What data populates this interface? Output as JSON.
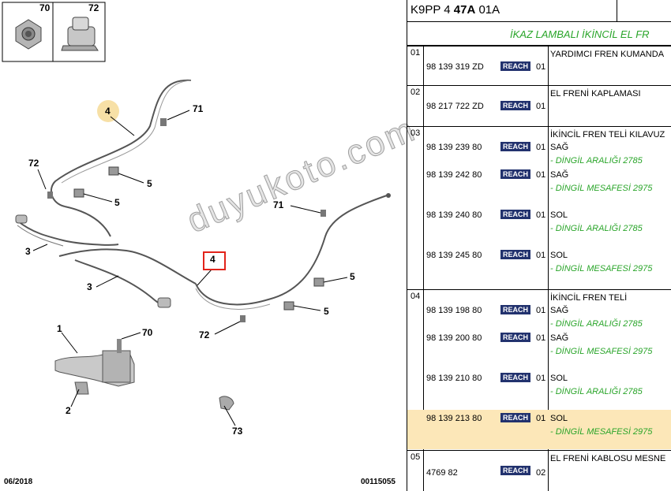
{
  "diagram": {
    "thumbs": [
      {
        "label": "70"
      },
      {
        "label": "72"
      }
    ],
    "callouts": {
      "c4a": "4",
      "c71a": "71",
      "c72a": "72",
      "c5a": "5",
      "c5b": "5",
      "c3a": "3",
      "c3b": "3",
      "c4b": "4",
      "c71b": "71",
      "c5c": "5",
      "c5d": "5",
      "c72b": "72",
      "c1": "1",
      "c70": "70",
      "c2": "2",
      "c73": "73"
    },
    "footer": {
      "date": "06/2018",
      "ref": "00115055"
    },
    "watermark": "duyukoto.com"
  },
  "parts": {
    "header_code_a": "K9PP 4 ",
    "header_code_b": "47A",
    "header_code_c": " 01A",
    "title": "İKAZ LAMBALI İKİNCİL EL FR",
    "badge": "REACH",
    "groups": [
      {
        "num": "01",
        "rows": [
          {
            "pn": "98 139 319 ZD",
            "qty": "01",
            "desc": "YARDIMCI FREN KUMANDA"
          }
        ]
      },
      {
        "num": "02",
        "rows": [
          {
            "pn": "98 217 722 ZD",
            "qty": "01",
            "desc": "EL FRENİ KAPLAMASI"
          }
        ]
      },
      {
        "num": "03",
        "desc": "İKİNCİL FREN TELİ KILAVUZ",
        "rows": [
          {
            "pn": "98 139 239 80",
            "qty": "01",
            "desc": "SAĞ",
            "sub": "- DİNGİL ARALIĞI 2785"
          },
          {
            "pn": "98 139 242 80",
            "qty": "01",
            "desc": "SAĞ",
            "sub": "- DİNGİL MESAFESİ 2975"
          },
          {
            "pn": "98 139 240 80",
            "qty": "01",
            "desc": "SOL",
            "sub": "- DİNGİL ARALIĞI 2785"
          },
          {
            "pn": "98 139 245 80",
            "qty": "01",
            "desc": "SOL",
            "sub": "- DİNGİL MESAFESİ 2975"
          }
        ]
      },
      {
        "num": "04",
        "desc": "İKİNCİL FREN TELİ",
        "rows": [
          {
            "pn": "98 139 198 80",
            "qty": "01",
            "desc": "SAĞ",
            "sub": "- DİNGİL ARALIĞI 2785"
          },
          {
            "pn": "98 139 200 80",
            "qty": "01",
            "desc": "SAĞ",
            "sub": "- DİNGİL MESAFESİ 2975"
          },
          {
            "pn": "98 139 210 80",
            "qty": "01",
            "desc": "SOL",
            "sub": "- DİNGİL ARALIĞI 2785"
          },
          {
            "pn": "98 139 213 80",
            "qty": "01",
            "desc": "SOL",
            "sub": "- DİNGİL MESAFESİ 2975"
          }
        ]
      },
      {
        "num": "05",
        "rows": [
          {
            "pn": "4769 82",
            "qty": "02",
            "desc": "EL FRENİ KABLOSU MESNE"
          }
        ]
      }
    ]
  }
}
